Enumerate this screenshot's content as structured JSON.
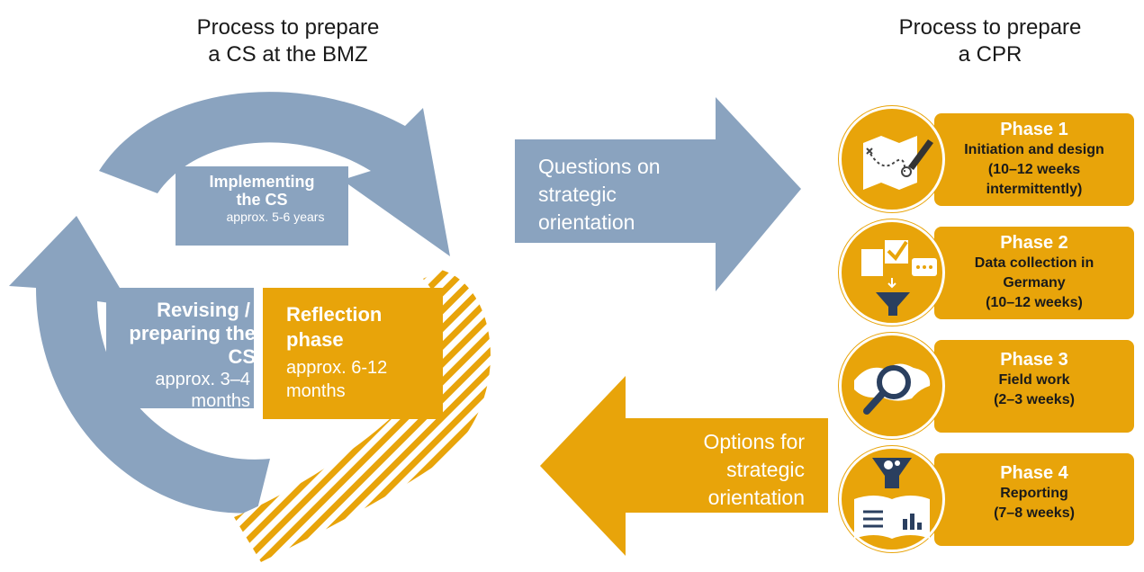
{
  "left_title": [
    "Process to prepare",
    "a CS at the BMZ"
  ],
  "right_title": [
    "Process to prepare",
    "a CPR"
  ],
  "implementing": {
    "title": [
      "Implementing",
      "the CS"
    ],
    "sub": "approx. 5-6 years"
  },
  "revising": {
    "title": [
      "Revising /",
      "preparing the CS"
    ],
    "sub": [
      "approx. 3–4",
      "months"
    ]
  },
  "reflection": {
    "title": [
      "Reflection",
      "phase"
    ],
    "sub": [
      "approx. 6-12",
      "months"
    ]
  },
  "questions_arrow": [
    "Questions on",
    "strategic",
    "orientation"
  ],
  "options_arrow": [
    "Options for",
    "strategic",
    "orientation"
  ],
  "phases": [
    {
      "title": "Phase 1",
      "desc": [
        "Initiation and design",
        "(10–12 weeks",
        "intermittently)"
      ],
      "icon": "map-pen-icon"
    },
    {
      "title": "Phase 2",
      "desc": [
        "Data collection in",
        "Germany",
        "(10–12 weeks)"
      ],
      "icon": "documents-funnel-icon"
    },
    {
      "title": "Phase 3",
      "desc": [
        "Field work",
        "(2–3 weeks)"
      ],
      "icon": "map-magnifier-icon"
    },
    {
      "title": "Phase 4",
      "desc": [
        "Reporting",
        "(7–8 weeks)"
      ],
      "icon": "gears-book-icon"
    }
  ],
  "colors": {
    "blue": "#8aa3bf",
    "gold": "#e8a40a",
    "text": "#1a1a1a",
    "white": "#ffffff"
  }
}
